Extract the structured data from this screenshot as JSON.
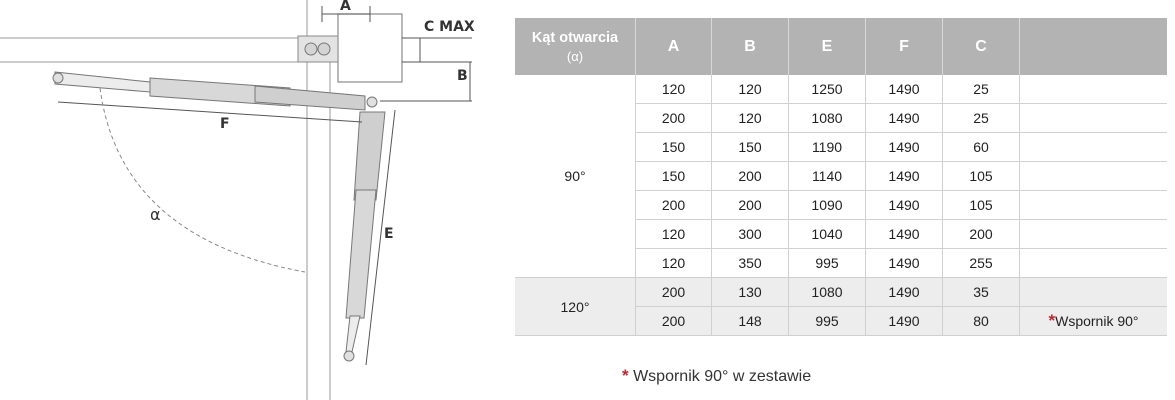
{
  "diagram": {
    "labels": {
      "a": "A",
      "c_max": "C MAX",
      "b": "B",
      "f": "F",
      "e": "E",
      "alpha": "α"
    }
  },
  "table": {
    "columns": [
      {
        "main": "Kąt otwarcia",
        "sub": "(α)"
      },
      {
        "main": "A"
      },
      {
        "main": "B"
      },
      {
        "main": "E"
      },
      {
        "main": "F"
      },
      {
        "main": "C"
      },
      {
        "main": ""
      }
    ],
    "groups": [
      {
        "angle": "90°",
        "rows": [
          [
            "120",
            "120",
            "1250",
            "1490",
            "25"
          ],
          [
            "200",
            "120",
            "1080",
            "1490",
            "25"
          ],
          [
            "150",
            "150",
            "1190",
            "1490",
            "60"
          ],
          [
            "150",
            "200",
            "1140",
            "1490",
            "105"
          ],
          [
            "200",
            "200",
            "1090",
            "1490",
            "105"
          ],
          [
            "120",
            "300",
            "1040",
            "1490",
            "200"
          ],
          [
            "120",
            "350",
            "995",
            "1490",
            "255"
          ]
        ],
        "notes": [
          "",
          "",
          "",
          "",
          "",
          "",
          ""
        ]
      },
      {
        "angle": "120°",
        "rows": [
          [
            "200",
            "130",
            "1080",
            "1490",
            "35"
          ],
          [
            "200",
            "148",
            "995",
            "1490",
            "80"
          ]
        ],
        "notes": [
          "",
          "Wspornik 90°"
        ]
      }
    ]
  },
  "footnote": {
    "star": "*",
    "text": "Wspornik 90° w zestawie"
  },
  "colors": {
    "header_bg": "#b3b3b3",
    "group2_bg": "#ededed",
    "star": "#c0272d"
  }
}
